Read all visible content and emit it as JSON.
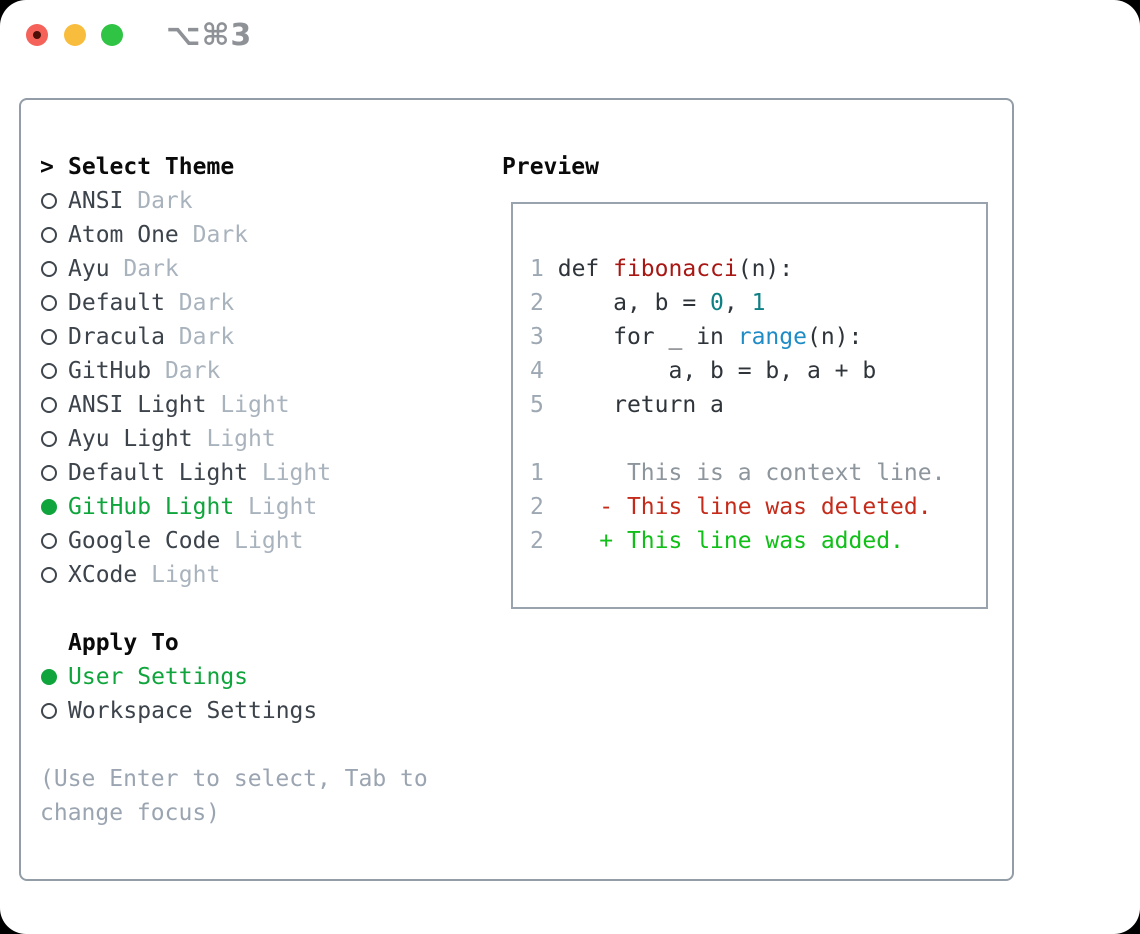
{
  "titlebar": {
    "shortcut": "⌥⌘3"
  },
  "palette": {
    "header_black": "#0a0a0a",
    "item_text": "#3c434b",
    "tag_gray": "#a9b3bd",
    "hint_gray": "#9ba5b1",
    "accent_green": "#0fa53c",
    "lineno_gray": "#9da8b3",
    "code_fg": "#2e343a",
    "func_red": "#a81713",
    "number_teal": "#0d8084",
    "builtin_blue": "#1f8cc6",
    "context_gray": "#8d959d",
    "deleted_red": "#c52b1b",
    "added_green": "#10bf17",
    "panel_border": "#929da7",
    "traffic_red": "#f4625a",
    "traffic_yellow": "#f9bd3d",
    "traffic_green": "#30c445"
  },
  "theme_menu": {
    "prompt": ">",
    "title": "Select Theme",
    "items": [
      {
        "slug": "ansi-dark",
        "name": "ANSI",
        "tag": "Dark",
        "selected": false
      },
      {
        "slug": "atom-one-dark",
        "name": "Atom One",
        "tag": "Dark",
        "selected": false
      },
      {
        "slug": "ayu-dark",
        "name": "Ayu",
        "tag": "Dark",
        "selected": false
      },
      {
        "slug": "default-dark",
        "name": "Default",
        "tag": "Dark",
        "selected": false
      },
      {
        "slug": "dracula-dark",
        "name": "Dracula",
        "tag": "Dark",
        "selected": false
      },
      {
        "slug": "github-dark",
        "name": "GitHub",
        "tag": "Dark",
        "selected": false
      },
      {
        "slug": "ansi-light",
        "name": "ANSI Light",
        "tag": "Light",
        "selected": false
      },
      {
        "slug": "ayu-light",
        "name": "Ayu Light",
        "tag": "Light",
        "selected": false
      },
      {
        "slug": "default-light",
        "name": "Default Light",
        "tag": "Light",
        "selected": false
      },
      {
        "slug": "github-light",
        "name": "GitHub Light",
        "tag": "Light",
        "selected": true
      },
      {
        "slug": "google-code",
        "name": "Google Code",
        "tag": "Light",
        "selected": false
      },
      {
        "slug": "xcode",
        "name": "XCode",
        "tag": "Light",
        "selected": false
      }
    ]
  },
  "apply_to": {
    "title": "Apply To",
    "items": [
      {
        "slug": "user-settings",
        "name": "User Settings",
        "selected": true
      },
      {
        "slug": "workspace-settings",
        "name": "Workspace Settings",
        "selected": false
      }
    ]
  },
  "hint": {
    "lines": [
      "(Use Enter to select, Tab to",
      "change focus)"
    ]
  },
  "preview": {
    "title": "Preview",
    "lines": [
      {
        "num": "1",
        "kind": "code",
        "tokens": [
          {
            "text": "def ",
            "color": "code_fg"
          },
          {
            "text": "fibonacci",
            "color": "func_red"
          },
          {
            "text": "(n):",
            "color": "code_fg"
          }
        ]
      },
      {
        "num": "2",
        "kind": "code",
        "tokens": [
          {
            "text": "    a, b = ",
            "color": "code_fg"
          },
          {
            "text": "0",
            "color": "number_teal"
          },
          {
            "text": ", ",
            "color": "code_fg"
          },
          {
            "text": "1",
            "color": "number_teal"
          }
        ]
      },
      {
        "num": "3",
        "kind": "code",
        "tokens": [
          {
            "text": "    for _ in ",
            "color": "code_fg"
          },
          {
            "text": "range",
            "color": "builtin_blue"
          },
          {
            "text": "(n):",
            "color": "code_fg"
          }
        ]
      },
      {
        "num": "4",
        "kind": "code",
        "tokens": [
          {
            "text": "        a, b = b, a + b",
            "color": "code_fg"
          }
        ]
      },
      {
        "num": "5",
        "kind": "code",
        "tokens": [
          {
            "text": "    return a",
            "color": "code_fg"
          }
        ]
      },
      {
        "num": "",
        "kind": "blank",
        "tokens": []
      },
      {
        "num": "1",
        "kind": "diff-context",
        "tokens": [
          {
            "text": "     This is a context line.",
            "color": "context_gray"
          }
        ]
      },
      {
        "num": "2",
        "kind": "diff-deleted",
        "tokens": [
          {
            "text": "   - This line was deleted.",
            "color": "deleted_red"
          }
        ]
      },
      {
        "num": "2",
        "kind": "diff-added",
        "tokens": [
          {
            "text": "   + This line was added.",
            "color": "added_green"
          }
        ]
      }
    ]
  }
}
